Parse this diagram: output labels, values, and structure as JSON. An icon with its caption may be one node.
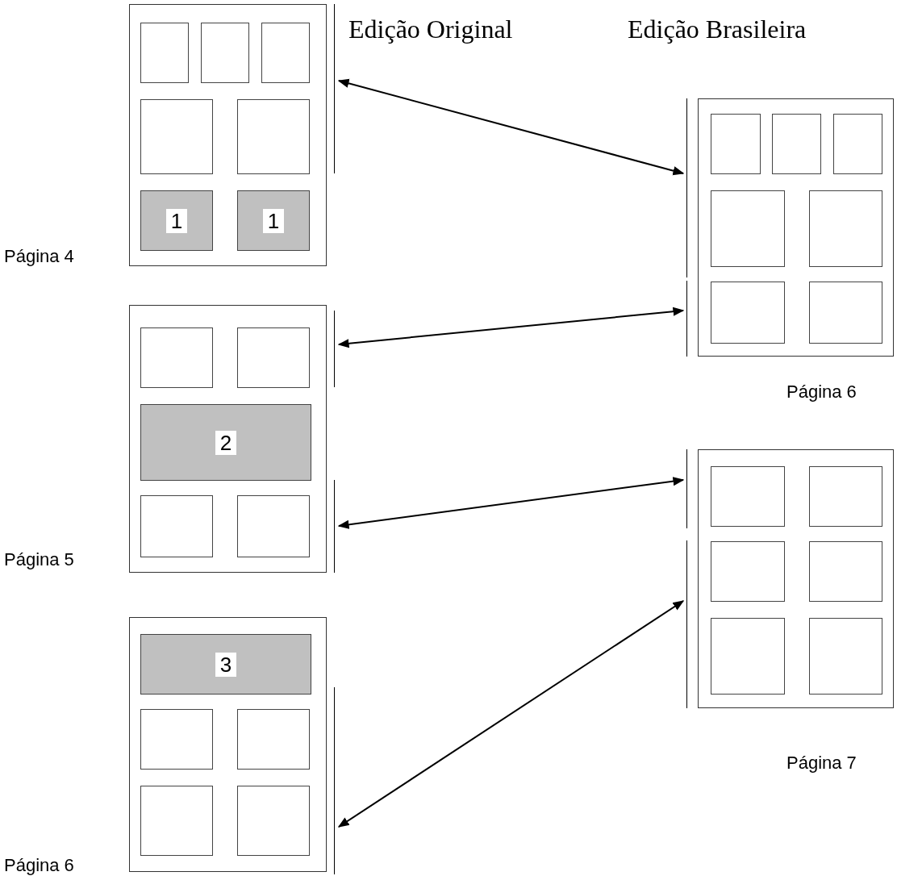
{
  "diagram": {
    "nodes": [
      {
        "text": [],
        "shape": "box",
        "beside": [
          "Página 4"
        ]
      },
      {
        "text": [],
        "shape": "box",
        "in": 0
      },
      {
        "text": [],
        "shape": "box",
        "in": 0
      },
      {
        "text": [],
        "shape": "box",
        "in": 0
      },
      {
        "text": [],
        "shape": "box",
        "in": 0
      },
      {
        "text": [],
        "shape": "box",
        "in": 0
      },
      {
        "text": [
          "1"
        ],
        "in": 0
      },
      {
        "text": [
          "1"
        ],
        "in": 0
      },
      {
        "text": [],
        "shape": "bar"
      },
      {
        "text": [],
        "shape": "box",
        "beside": [
          "Página 6"
        ]
      },
      {
        "text": [],
        "shape": "box",
        "in": 9
      },
      {
        "text": [],
        "shape": "box",
        "in": 9
      },
      {
        "text": [],
        "shape": "box",
        "in": 9
      },
      {
        "text": [],
        "shape": "box",
        "in": 9
      },
      {
        "text": [],
        "shape": "box",
        "in": 9
      },
      {
        "text": [],
        "shape": "box",
        "in": 9
      },
      {
        "text": [],
        "shape": "box",
        "in": 9
      },
      {
        "text": [],
        "shape": "bar"
      },
      {
        "text": [],
        "shape": "bar"
      },
      {
        "text": [],
        "shape": "box",
        "beside": [
          "Página 5"
        ]
      },
      {
        "text": [],
        "shape": "box",
        "in": 19
      },
      {
        "text": [],
        "shape": "box",
        "in": 19
      },
      {
        "text": [
          "2"
        ],
        "in": 19
      },
      {
        "text": [],
        "shape": "box",
        "in": 19
      },
      {
        "text": [],
        "shape": "box",
        "in": 19
      },
      {
        "text": [],
        "shape": "bar"
      },
      {
        "text": [],
        "shape": "bar"
      },
      {
        "text": [],
        "shape": "box",
        "beside": [
          "Página 7"
        ]
      },
      {
        "text": [],
        "shape": "box",
        "in": 27
      },
      {
        "text": [],
        "shape": "box",
        "in": 27
      },
      {
        "text": [],
        "shape": "box",
        "in": 27
      },
      {
        "text": [],
        "shape": "box",
        "in": 27
      },
      {
        "text": [],
        "shape": "box",
        "in": 27
      },
      {
        "text": [],
        "shape": "box",
        "in": 27
      },
      {
        "text": [],
        "shape": "bar"
      },
      {
        "text": [],
        "shape": "bar"
      },
      {
        "text": [],
        "shape": "box",
        "beside": [
          "Página 6"
        ]
      },
      {
        "text": [
          "3"
        ],
        "in": 36
      },
      {
        "text": [],
        "shape": "box",
        "in": 36
      },
      {
        "text": [],
        "shape": "box",
        "in": 36
      },
      {
        "text": [],
        "shape": "box",
        "in": 36
      },
      {
        "text": [],
        "shape": "box",
        "in": 36
      },
      {
        "text": [],
        "shape": "bar"
      }
    ],
    "edges": [
      {
        "from": 8,
        "to": 17,
        "arrow": "both"
      },
      {
        "from": 25,
        "to": 18,
        "arrow": "both"
      },
      {
        "from": 26,
        "to": 34,
        "arrow": "both"
      },
      {
        "from": 42,
        "to": 35,
        "arrow": "both"
      }
    ],
    "labels": [
      "Edição Original",
      "Edição Brasileira"
    ]
  }
}
